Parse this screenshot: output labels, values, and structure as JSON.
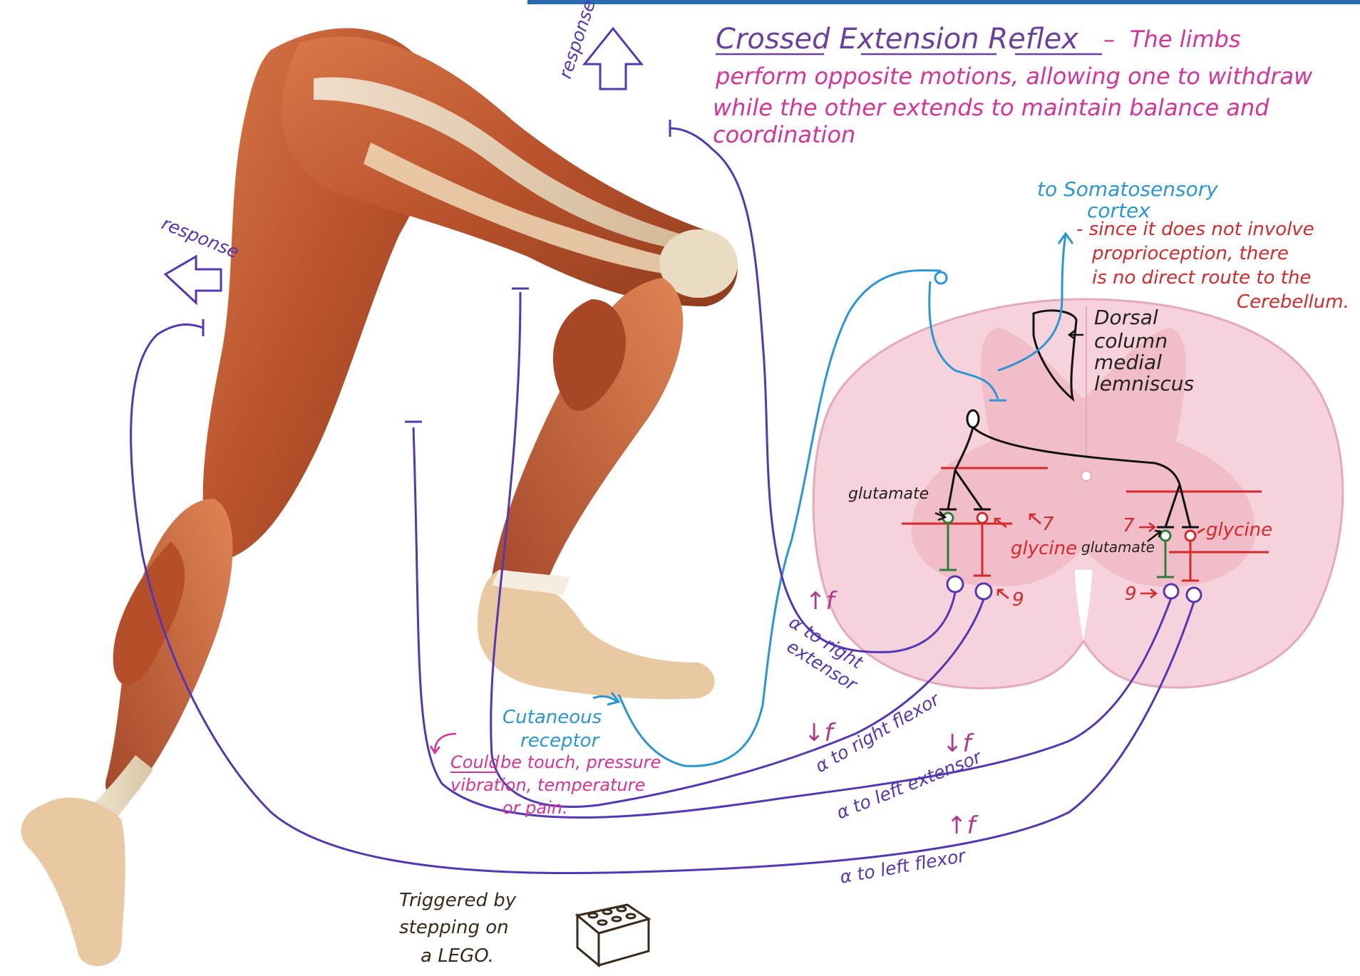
{
  "title": {
    "heading": "Crossed Extension Reflex",
    "dash": "–",
    "line1": "The limbs",
    "line2": "perform opposite motions, allowing one to withdraw",
    "line3": "while the other extends to maintain balance and",
    "line4": "coordination"
  },
  "labels": {
    "response_top": "response",
    "response_left": "response",
    "somato_line1": "to Somatosensory",
    "somato_line2": "cortex",
    "cereb_line1": "- since it does not involve",
    "cereb_line2": "proprioception, there",
    "cereb_line3": "is no direct route to the",
    "cereb_line4": "Cerebellum.",
    "dorsal_line1": "Dorsal",
    "dorsal_line2": "column",
    "dorsal_line3": "medial",
    "dorsal_line4": "lemniscus",
    "glutamate_left": "glutamate",
    "glutamate_right": "glutamate",
    "glycine_left": "glycine",
    "glycine_right": "glycine",
    "lamina7_left": "7",
    "lamina7_right": "7",
    "lamina9_left": "9",
    "lamina9_right": "9",
    "cutaneous_line1": "Cutaneous",
    "cutaneous_line2": "receptor",
    "could_word": "Could",
    "could_line1": "be touch, pressure",
    "could_line2": "vibration, temperature",
    "could_line3": "or pain.",
    "trigger_line1": "Triggered by",
    "trigger_line2": "stepping on",
    "trigger_line3": "a LEGO.",
    "alpha_right_ext_1": "α to right",
    "alpha_right_ext_2": "extensor",
    "alpha_right_flex": "α to right flexor",
    "alpha_left_ext": "α to left extensor",
    "alpha_left_flex": "α to left flexor",
    "arrow_up_f_1": "↑f",
    "arrow_down_f_1": "↓f",
    "arrow_down_f_2": "↓f",
    "arrow_up_f_2": "↑f"
  },
  "colors": {
    "purple": "#5537b5",
    "blue": "#2b96d6",
    "red": "#d62a2a",
    "green": "#2e7d3a",
    "magenta": "#d6339b",
    "cord_fill": "#f6d3dc",
    "cord_inner": "#f0b8c6",
    "muscle": "#c8643a",
    "tendon": "#efe3cf",
    "title": "#6b3fa0",
    "top_bar": "#2b6cb0"
  },
  "icons": {
    "response_arrows": "outline-arrow",
    "lego_brick": "lego-brick-icon"
  }
}
